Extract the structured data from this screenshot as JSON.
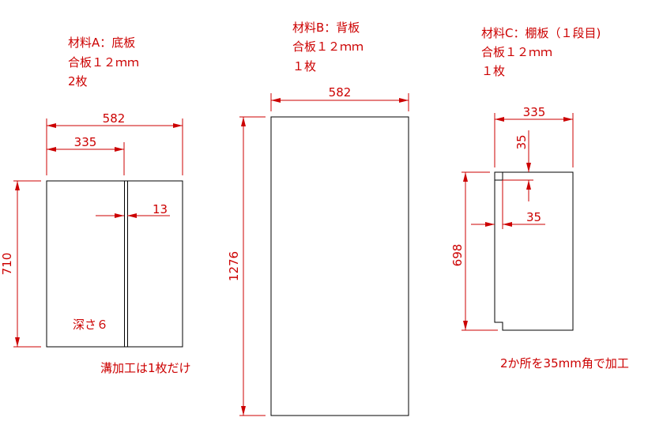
{
  "colors": {
    "annotation": "#cc0000",
    "outline": "#000000",
    "background": "#ffffff"
  },
  "materials": [
    {
      "id": "A",
      "spec": {
        "name": "材料A：底板",
        "stock": "合板１２ｍｍ",
        "qty": "2枚"
      },
      "dims": {
        "width": "582",
        "groove_pos": "335",
        "groove_width": "13",
        "height": "710"
      },
      "notes": {
        "depth": "深さ６",
        "process": "溝加工は1枚だけ"
      }
    },
    {
      "id": "B",
      "spec": {
        "name": "材料B：背板",
        "stock": "合板１２ｍｍ",
        "qty": "１枚"
      },
      "dims": {
        "width": "582",
        "height": "1276"
      }
    },
    {
      "id": "C",
      "spec": {
        "name": "材料C：棚板（１段目)",
        "stock": "合板１２ｍｍ",
        "qty": "１枚"
      },
      "dims": {
        "width": "335",
        "notch_depth": "35",
        "notch_width": "35",
        "height": "698"
      },
      "notes": {
        "process": "2か所を35mm角で加工"
      }
    }
  ]
}
